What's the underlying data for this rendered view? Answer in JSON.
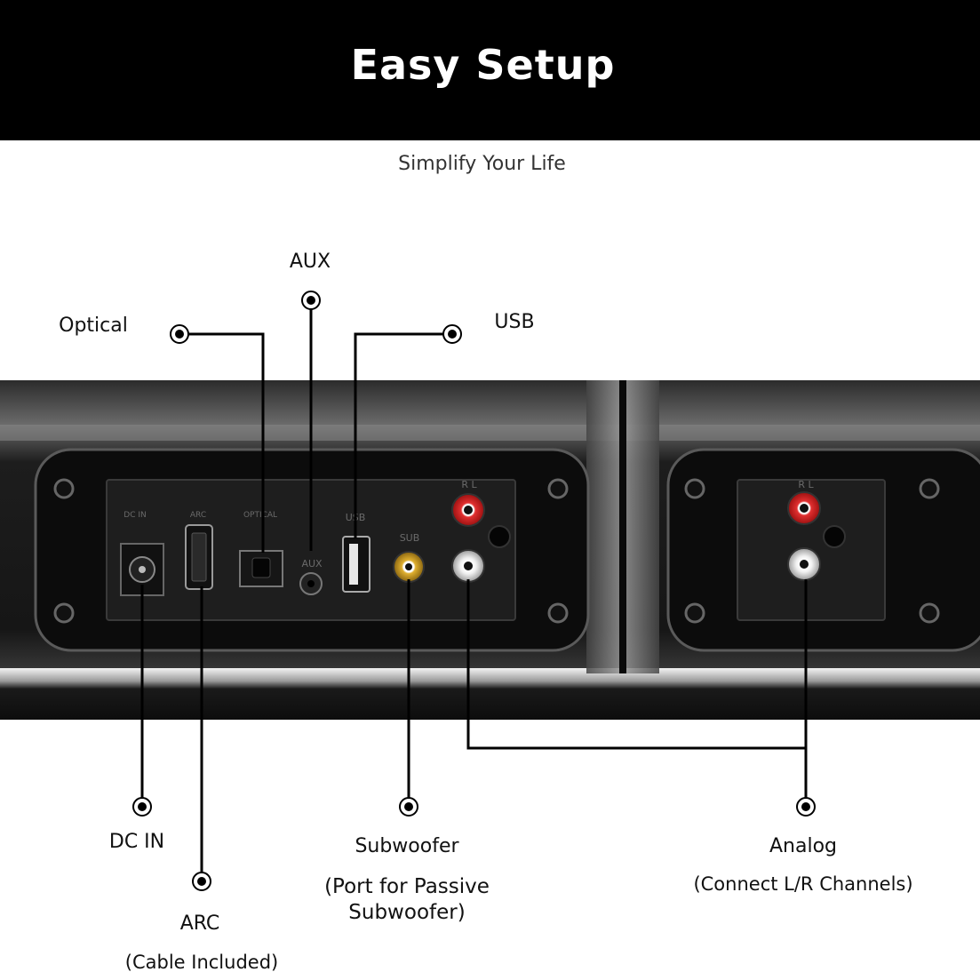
{
  "header": {
    "title": "Easy Setup"
  },
  "subtitle": "Simplify Your Life",
  "callouts": {
    "aux": "AUX",
    "optical": "Optical",
    "usb": "USB",
    "dc_in": "DC IN",
    "arc": "ARC",
    "arc_note": "(Cable Included)",
    "subwoofer": "Subwoofer",
    "subwoofer_note": "(Port for Passive Subwoofer)",
    "analog": "Analog",
    "analog_note": "(Connect L/R Channels)"
  },
  "panel_markings": {
    "dc_in": "DC IN",
    "arc": "ARC",
    "optical": "OPTICAL",
    "aux": "AUX",
    "usb": "USB",
    "sub": "SUB",
    "rl": "R L"
  },
  "colors": {
    "header_bg": "#000000",
    "header_text": "#ffffff",
    "rca_red": "#d21e1e",
    "rca_white": "#e8e8e8",
    "rca_yellow": "#d9a520",
    "callout_line": "#000000"
  }
}
